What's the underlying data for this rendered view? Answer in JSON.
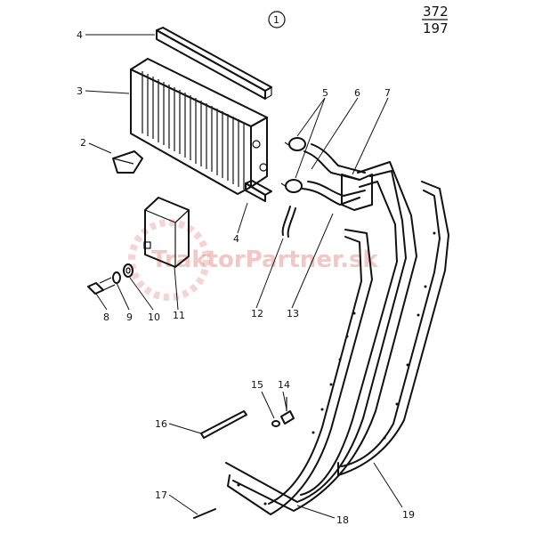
{
  "page_number": {
    "top": "372",
    "bottom": "197"
  },
  "figure_number": "1",
  "watermark": "TraktorPartner.sk",
  "callouts": [
    "2",
    "3",
    "4",
    "4",
    "5",
    "6",
    "7",
    "8",
    "9",
    "10",
    "11",
    "12",
    "13",
    "14",
    "15",
    "16",
    "17",
    "18",
    "19"
  ]
}
